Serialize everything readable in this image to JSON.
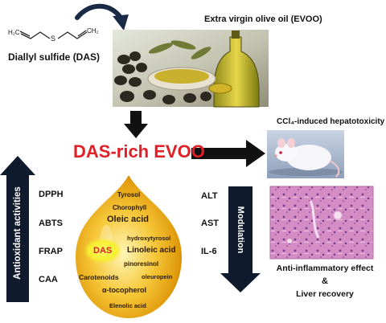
{
  "colors": {
    "title_red": "#e01f26",
    "arrow_black": "#111111",
    "drop_gold_light": "#fff2a8",
    "drop_gold_dark": "#d28a05",
    "das_highlight": "#f7ef2f",
    "olive_green": "#4b5b1c",
    "tissue_pink": "#c774b6"
  },
  "molecule": {
    "label": "Diallyl sulfide (DAS)",
    "atom_left": "H₂C",
    "atom_s": "S",
    "atom_right": "CH₂"
  },
  "evoo_label": "Extra virgin olive oil (EVOO)",
  "main_title": "DAS-rich EVOO",
  "hepatotoxicity_label": "CCl₄-induced hepatotoxicity",
  "antioxidant": {
    "label": "Antioxidant activities",
    "assays": [
      "DPPH",
      "ABTS",
      "FRAP",
      "CAA"
    ]
  },
  "drop_compounds": {
    "tyrosol": "Tyrosol",
    "chlorophyll": "Chorophyll",
    "oleic": "Oleic acid",
    "hydroxytyrosol": "hydroxytyrosol",
    "das": "DAS",
    "linoleic": "Linoleic acid",
    "pinoresinol": "pinoresinol",
    "carotenoids": "Carotenoids",
    "oleuropein": "oleuropein",
    "tocopherol": "α-tocopherol",
    "elenolic": "Elenolic acid"
  },
  "modulation": {
    "label": "Modulation",
    "markers": [
      "ALT",
      "AST",
      "IL-6"
    ]
  },
  "outcome": {
    "line1": "Anti-inflammatory effect",
    "line2": "&",
    "line3": "Liver recovery"
  }
}
